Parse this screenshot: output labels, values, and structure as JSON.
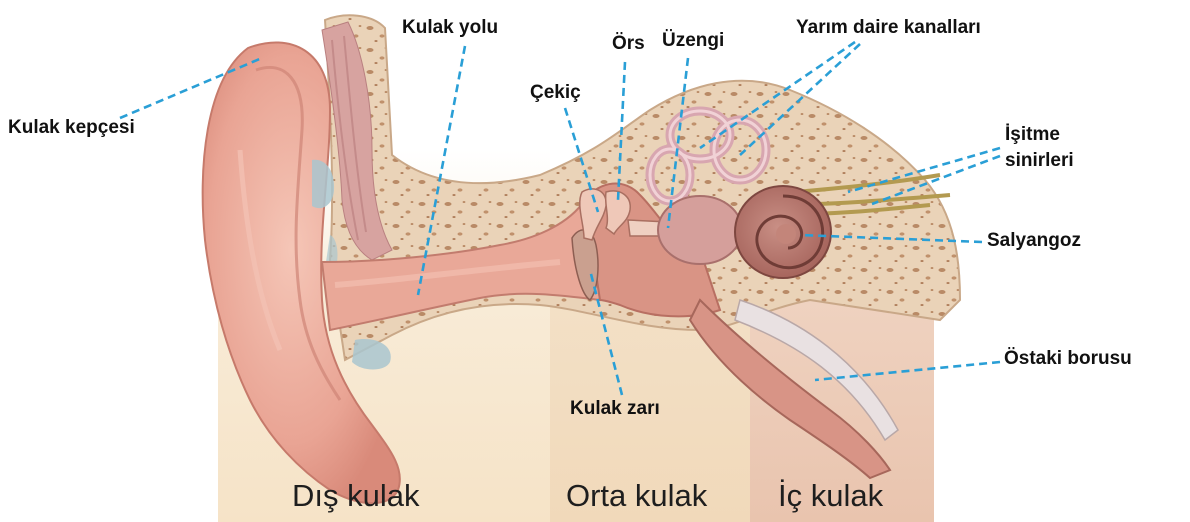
{
  "labels": {
    "kulak_kepcesi": "Kulak kepçesi",
    "kulak_yolu": "Kulak yolu",
    "cekic": "Çekiç",
    "ors": "Örs",
    "uzengi": "Üzengi",
    "yarim_daire": "Yarım daire kanalları",
    "isitme_1": "İşitme",
    "isitme_2": "sinirleri",
    "salyangoz": "Salyangoz",
    "ostaki": "Östaki borusu",
    "kulak_zari": "Kulak zarı"
  },
  "sections": {
    "dis": "Dış kulak",
    "orta": "Orta kulak",
    "ic": "İç kulak"
  },
  "colors": {
    "leader_line": "#2a9fd6",
    "skin": "#e9a898",
    "bone": "#e8cfb3",
    "outer_band": "#f7ebd6",
    "middle_band": "#f3dfc4",
    "inner_band": "#ecc9b6"
  }
}
